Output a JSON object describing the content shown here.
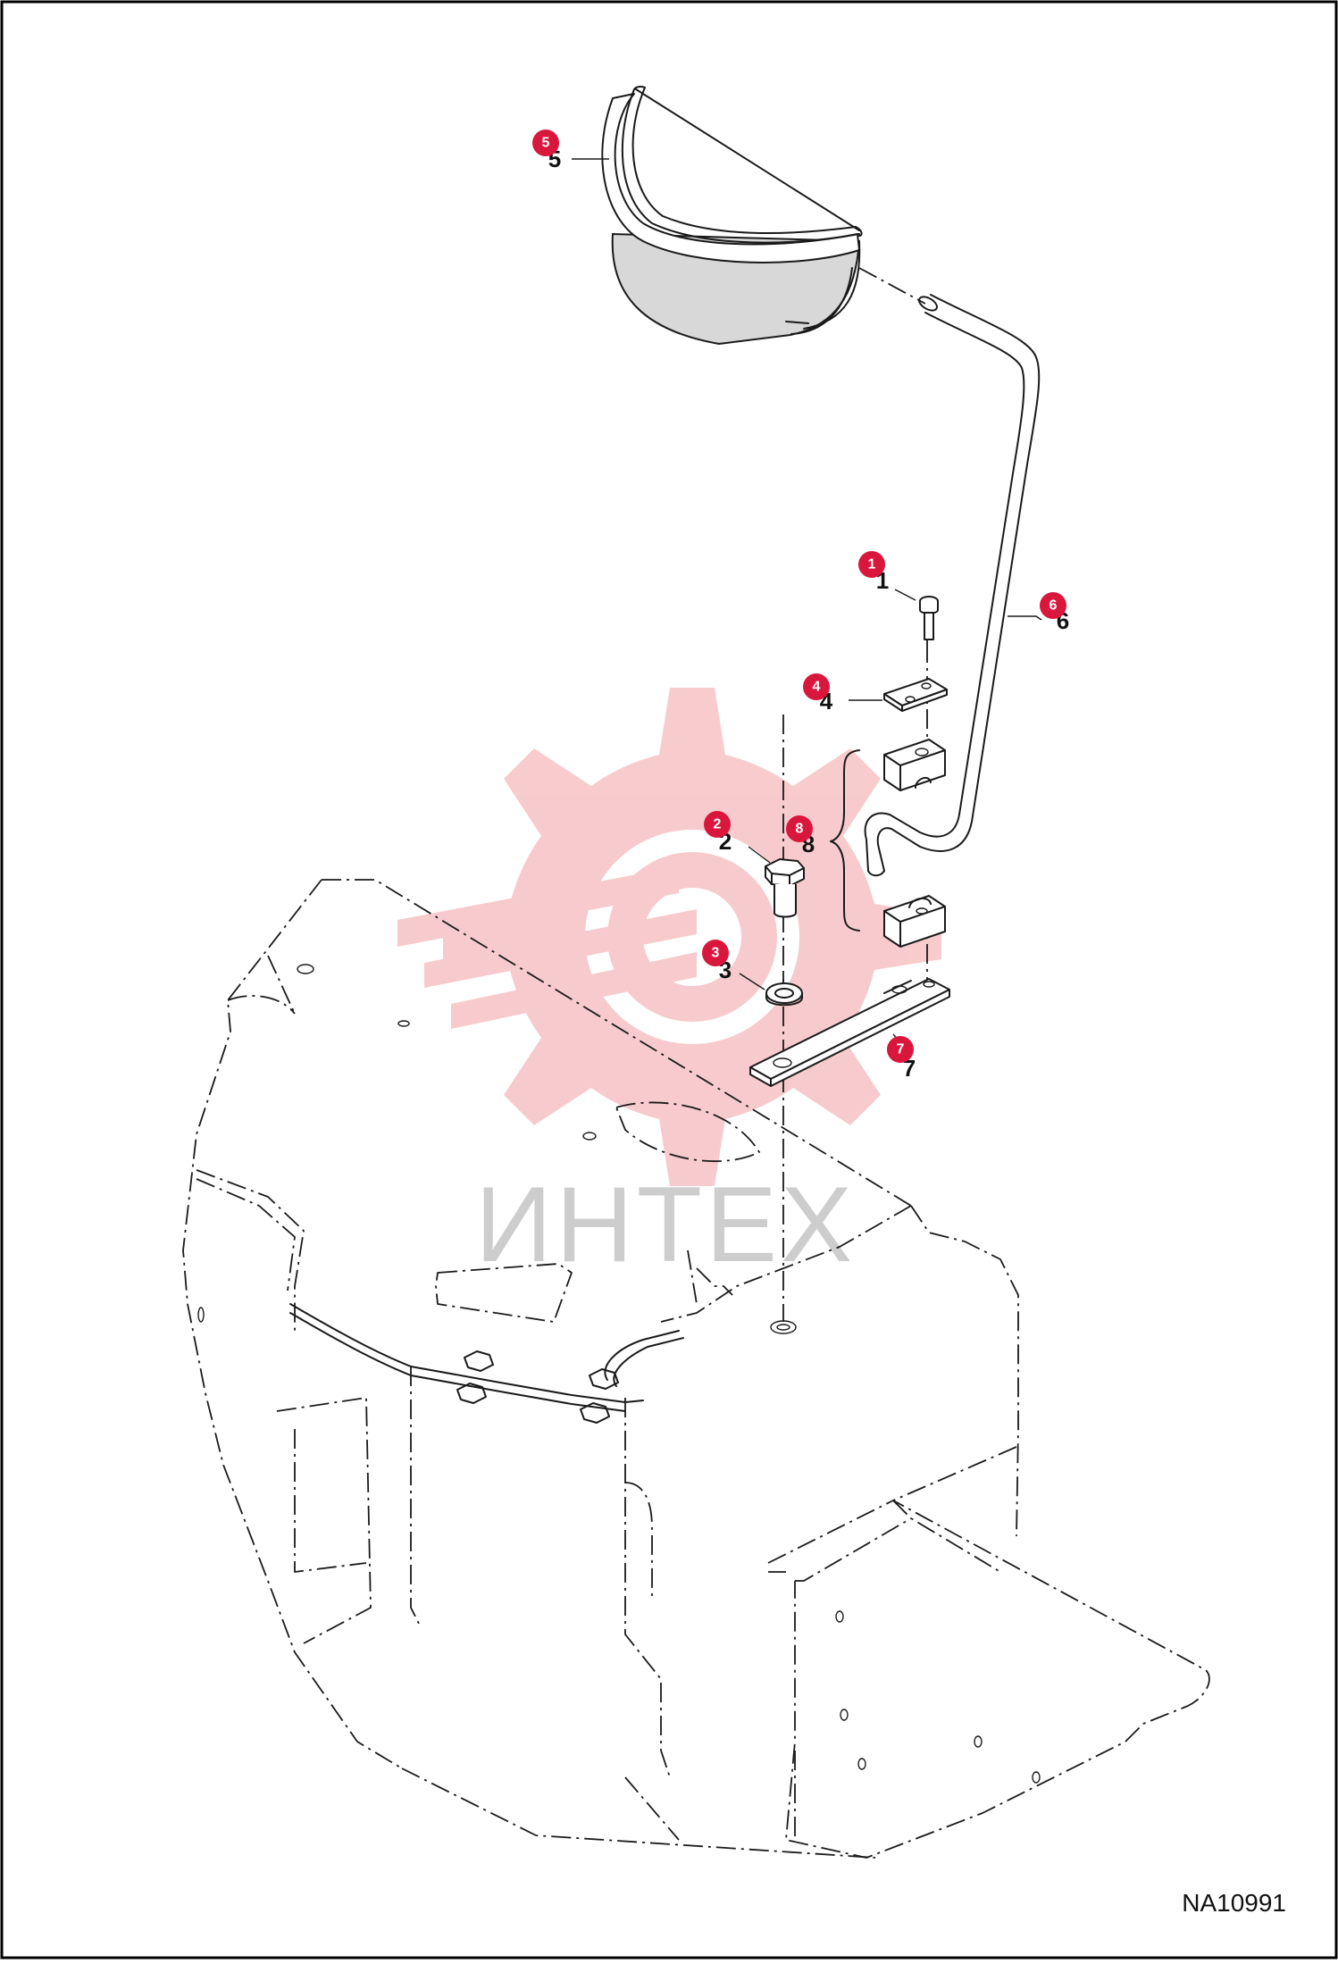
{
  "drawing_id": "NA10991",
  "watermark": {
    "text": "ИНТЕХ",
    "color": "#f7c6c8",
    "text_color": "#c8c8c8"
  },
  "callouts": [
    {
      "number": "1"
    },
    {
      "number": "2"
    },
    {
      "number": "3"
    },
    {
      "number": "4"
    },
    {
      "number": "5"
    },
    {
      "number": "6"
    },
    {
      "number": "7"
    },
    {
      "number": "8"
    }
  ],
  "colors": {
    "badge": "#d9173d",
    "line": "#1a1a1a",
    "frame": "#000000"
  }
}
